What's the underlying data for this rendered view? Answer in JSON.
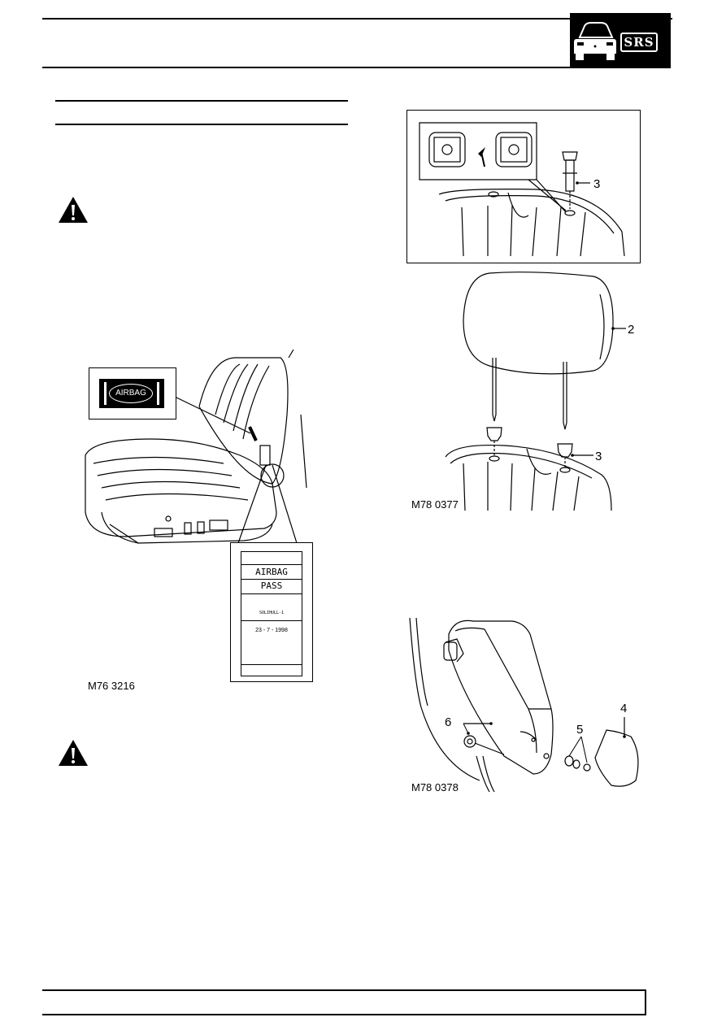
{
  "header": {
    "badge_label": "SRS",
    "badge_icon": "car-front-icon"
  },
  "figures": {
    "seat": {
      "caption": "M76 3216",
      "badge_text": "AIRBAG",
      "label_lines": [
        "AIRBAG",
        "PASS",
        "SOLIHULL-1",
        "23 - 7 - 1998"
      ]
    },
    "headrest": {
      "caption": "M78 0377",
      "callouts": [
        "3",
        "2",
        "3"
      ]
    },
    "armrest": {
      "caption": "M78 0378",
      "callouts": [
        "6",
        "5",
        "4"
      ]
    }
  },
  "icons": {
    "warning_1": "warning-triangle-icon",
    "warning_2": "warning-triangle-icon"
  }
}
